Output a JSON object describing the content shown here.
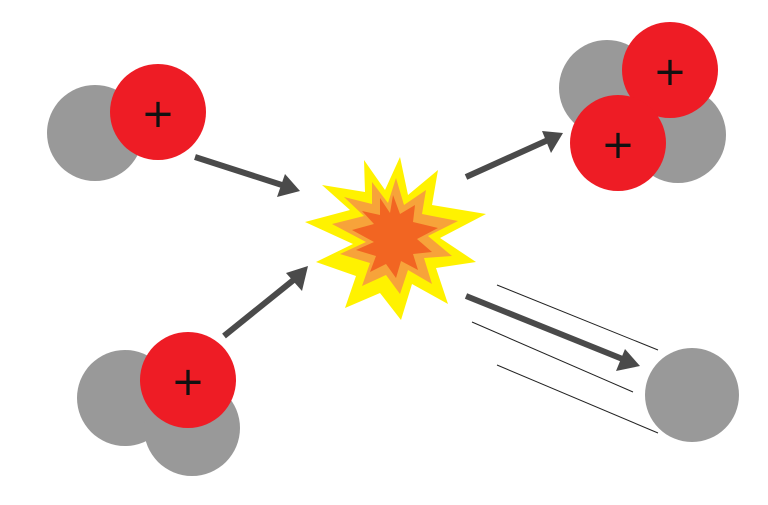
{
  "colors": {
    "proton": "#ee1c25",
    "neutron": "#999999",
    "arrow": "#4a4a4a",
    "burst_outer": "#fff200",
    "burst_middle": "#f7a33a",
    "burst_inner": "#f26522",
    "plus_sign": "#111111"
  },
  "symbols": {
    "proton_charge": "+"
  },
  "icons": {
    "proton": "proton-circle-icon",
    "neutron": "neutron-circle-icon",
    "arrow": "arrow-icon",
    "burst": "explosion-burst-icon"
  },
  "particles": {
    "deuterium": {
      "protons": 1,
      "neutrons": 1
    },
    "tritium": {
      "protons": 1,
      "neutrons": 2
    },
    "helium": {
      "protons": 2,
      "neutrons": 2
    },
    "free_neutron": {
      "protons": 0,
      "neutrons": 1
    }
  }
}
